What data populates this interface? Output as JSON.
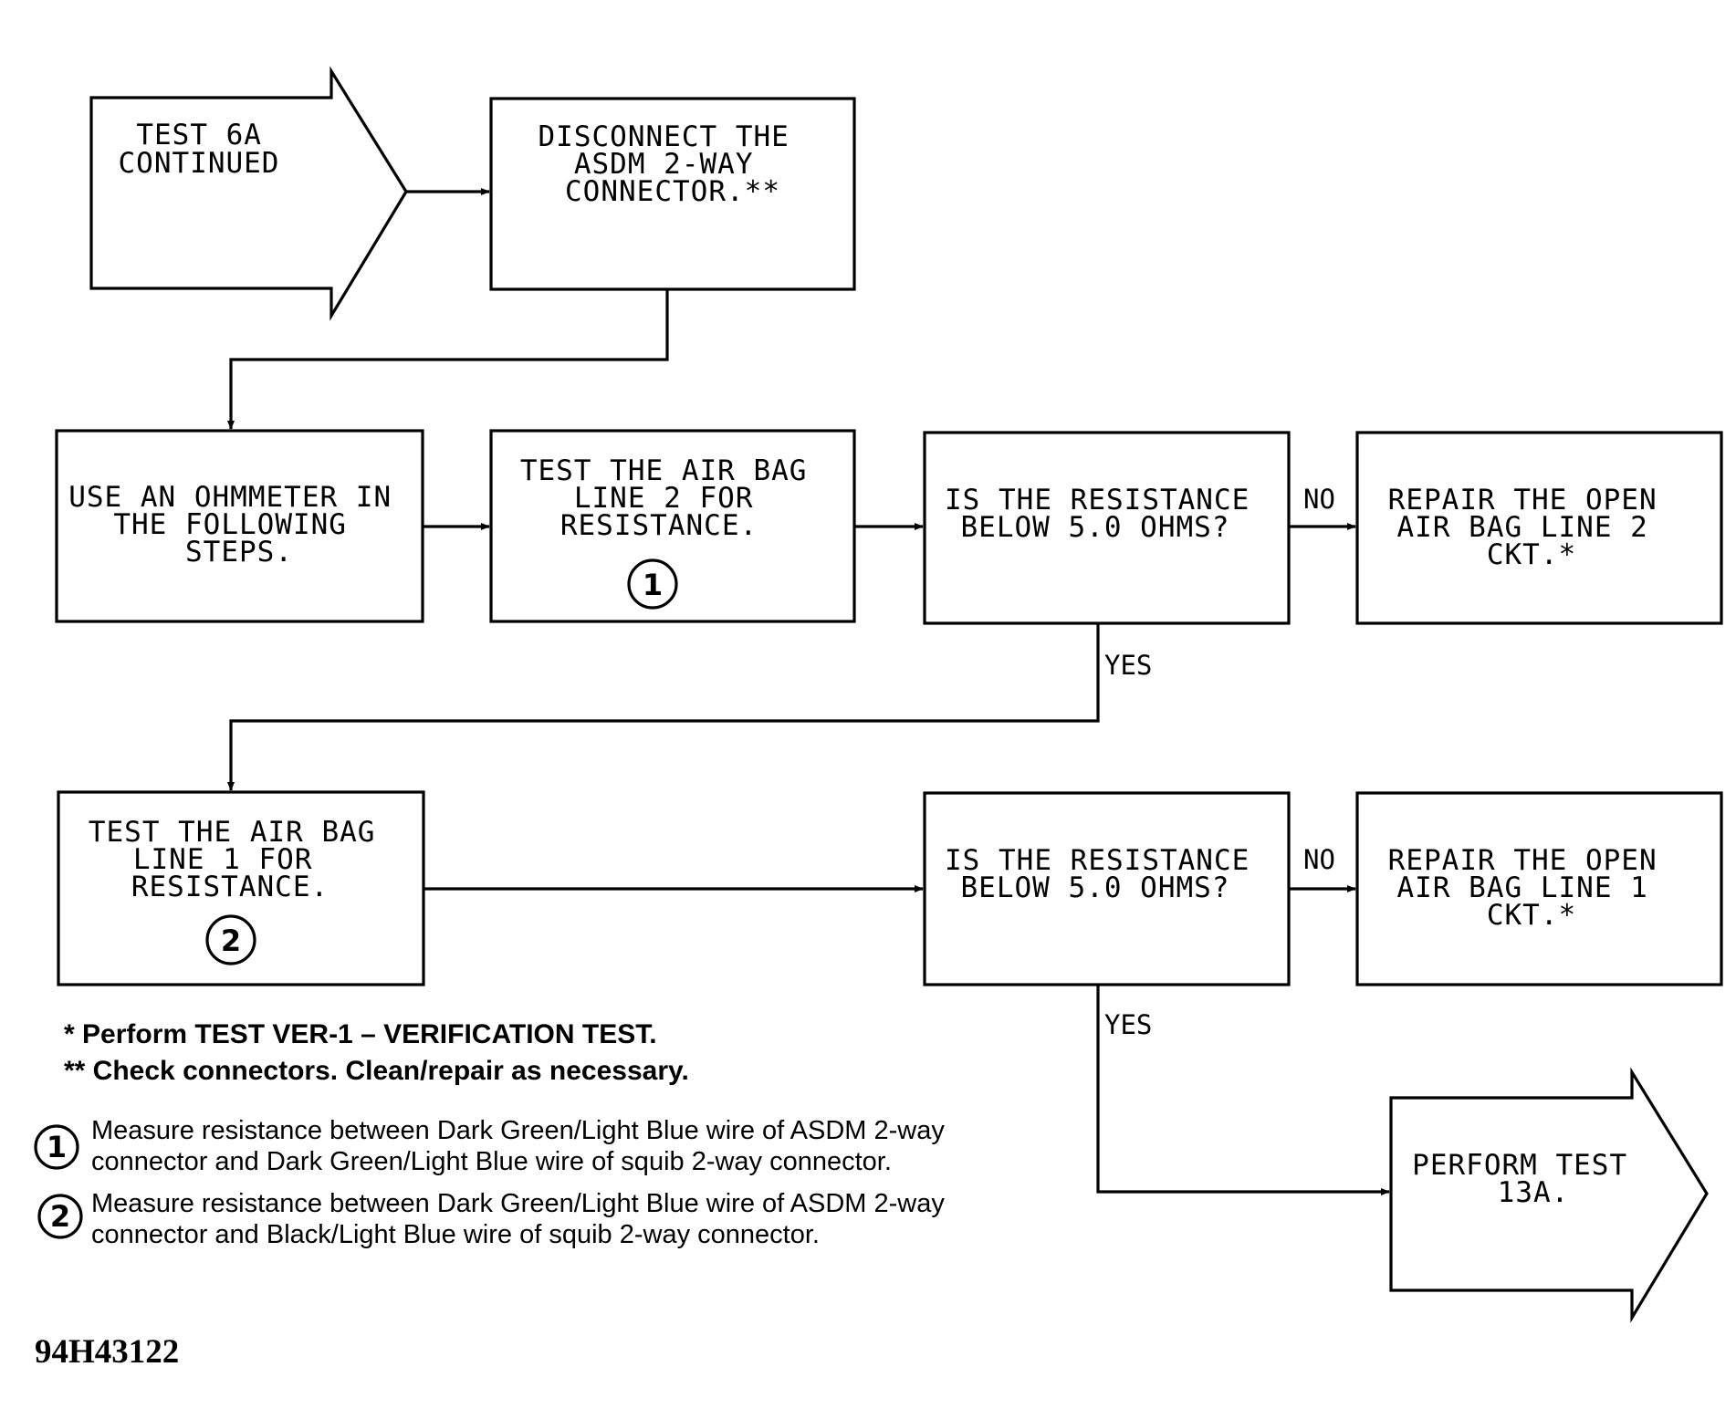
{
  "nodes": {
    "start": [
      "TEST 6A",
      "CONTINUED"
    ],
    "disconnect": [
      "DISCONNECT THE",
      "ASDM 2-WAY",
      "CONNECTOR.**"
    ],
    "ohmmeter": [
      "USE AN OHMMETER IN",
      "THE FOLLOWING",
      "STEPS."
    ],
    "test_line2": [
      "TEST THE AIR BAG",
      "LINE 2 FOR",
      "RESISTANCE."
    ],
    "decision1": [
      "IS THE RESISTANCE",
      "BELOW 5.0 OHMS?"
    ],
    "repair2": [
      "REPAIR THE OPEN",
      "AIR BAG LINE 2",
      "CKT.*"
    ],
    "test_line1": [
      "TEST THE AIR BAG",
      "LINE 1 FOR",
      "RESISTANCE."
    ],
    "decision2": [
      "IS THE RESISTANCE",
      "BELOW 5.0 OHMS?"
    ],
    "repair1": [
      "REPAIR THE OPEN",
      "AIR BAG LINE 1",
      "CKT.*"
    ],
    "perform": [
      "PERFORM TEST",
      "13A."
    ]
  },
  "step_markers": {
    "one": "1",
    "two": "2"
  },
  "edge_labels": {
    "no1": "NO",
    "yes1": "YES",
    "no2": "NO",
    "yes2": "YES"
  },
  "notes": {
    "single_star": "* Perform TEST VER-1 – VERIFICATION TEST.",
    "double_star": "** Check connectors. Clean/repair as necessary.",
    "step1_line1": "Measure resistance between Dark Green/Light Blue wire of ASDM 2-way",
    "step1_line2": "connector and Dark Green/Light Blue wire of squib 2-way connector.",
    "step2_line1": "Measure resistance between Dark Green/Light Blue wire of ASDM 2-way",
    "step2_line2": "connector and Black/Light Blue wire of squib 2-way connector."
  },
  "figure_id": "94H43122"
}
